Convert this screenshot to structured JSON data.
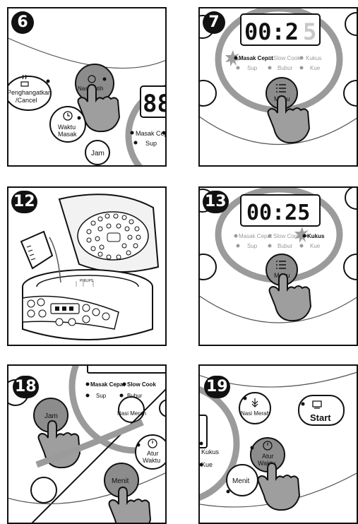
{
  "steps": [
    "6",
    "7",
    "12",
    "13",
    "18",
    "19"
  ],
  "labels": {
    "penghangatkan": "Penghangatkan",
    "cancel": "/Cancel",
    "nasi_putih": "Nasi Putih",
    "waktu": "Waktu",
    "masak": "Masak",
    "jam": "Jam",
    "masak_cepat": "Masak Cepat",
    "slow_cook": "Slow Cook",
    "kukus": "Kukus",
    "sup": "Sup",
    "bubur": "Bubur",
    "kue": "Kue",
    "menu": "Menu",
    "nasi_merah": "Nasi Merah",
    "atur": "Atur",
    "menit": "Menit",
    "start": "Start",
    "philips": "PHILIPS"
  },
  "display": {
    "partial": "88",
    "time": "00:25",
    "time_left": "00:2",
    "time_right_dim": "5"
  },
  "colors": {
    "highlight_button": "#8c8c8c",
    "panel_arc": "#9b9b9b",
    "hand": "#9e9e9e",
    "dim_text": "#9a9a9a"
  }
}
